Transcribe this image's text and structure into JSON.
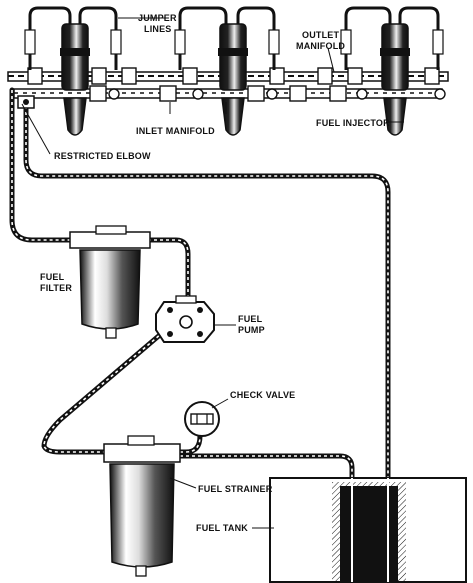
{
  "labels": {
    "jumper_lines": [
      "JUMPER",
      "LINES"
    ],
    "outlet_manifold": [
      "OUTLET",
      "MANIFOLD"
    ],
    "inlet_manifold": "INLET MANIFOLD",
    "fuel_injector": "FUEL INJECTOR",
    "restricted_elbow": "RESTRICTED ELBOW",
    "fuel_filter": [
      "FUEL",
      "FILTER"
    ],
    "fuel_pump": [
      "FUEL",
      "PUMP"
    ],
    "check_valve": "CHECK VALVE",
    "fuel_strainer": "FUEL STRAINER",
    "fuel_tank": "FUEL TANK"
  },
  "colors": {
    "ink": "#111111",
    "paper": "#ffffff"
  }
}
